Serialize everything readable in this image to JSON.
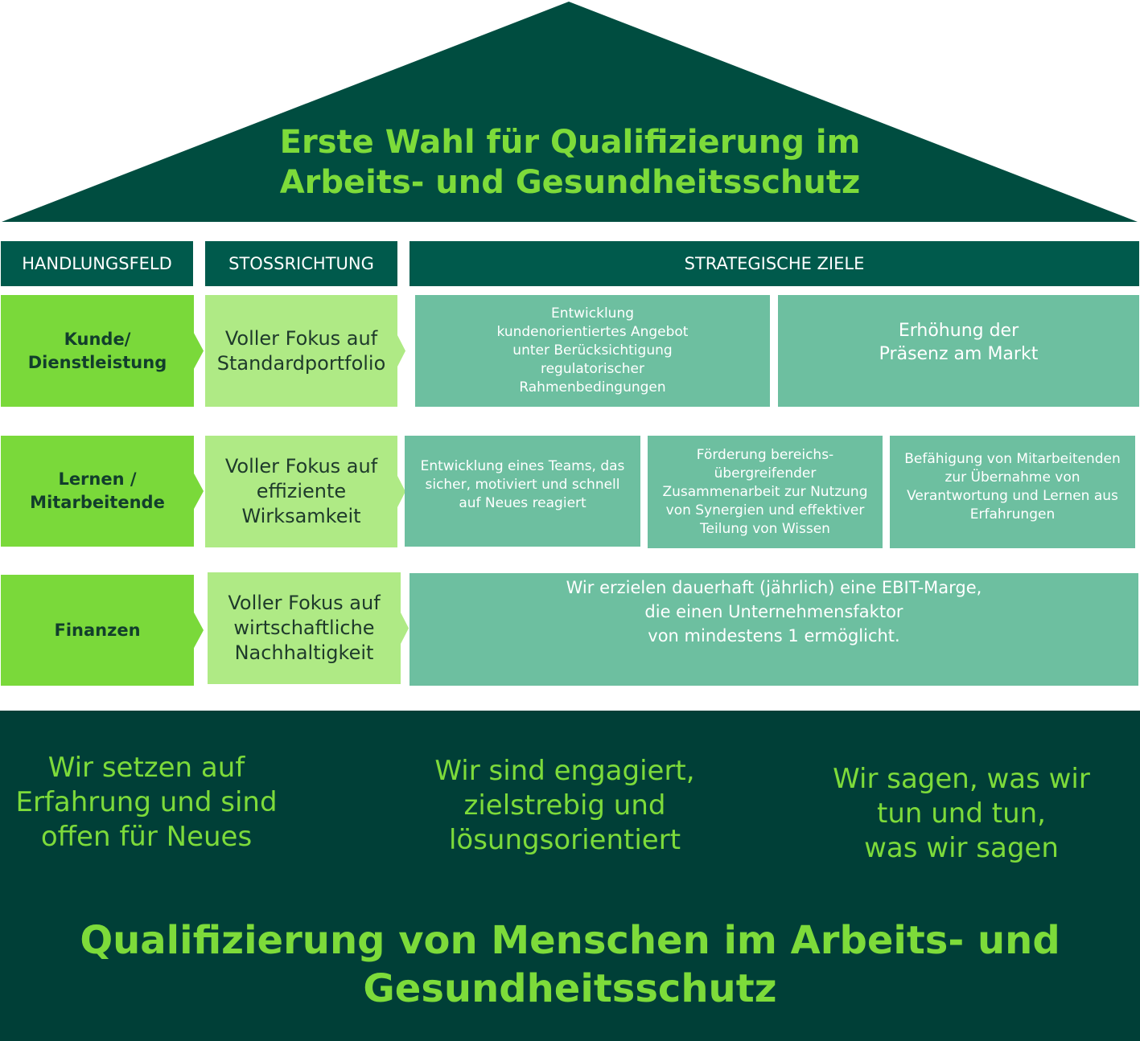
{
  "roof": {
    "line1": "Erste Wahl für Qualifizierung im",
    "line2": "Arbeits- und Gesundheitsschutz"
  },
  "headers": {
    "handlungsfeld": "HANDLUNGSFELD",
    "stossrichtung": "STOSSRICHTUNG",
    "ziele": "STRATEGISCHE ZIELE"
  },
  "rows": [
    {
      "field": [
        "Kunde/",
        "Dienstleistung"
      ],
      "thrust": [
        "Voller Fokus auf",
        "Standardportfolio"
      ],
      "goals": [
        [
          "Entwicklung",
          "kundenorientiertes Angebot",
          "unter Berücksichtigung",
          "regulatorischer",
          "Rahmenbedingungen"
        ],
        [
          "Erhöhung der",
          "Präsenz am Markt"
        ]
      ]
    },
    {
      "field": [
        "Lernen /",
        "Mitarbeitende"
      ],
      "thrust": [
        "Voller Fokus auf",
        "effiziente",
        "Wirksamkeit"
      ],
      "goals": [
        [
          "Entwicklung eines Teams, das",
          "sicher, motiviert und schnell",
          "auf Neues reagiert"
        ],
        [
          "Förderung bereichs-",
          "übergreifender",
          "Zusammenarbeit zur Nutzung",
          "von Synergien und effektiver",
          "Teilung von Wissen"
        ],
        [
          "Befähigung von Mitarbeitenden",
          "zur Übernahme von",
          "Verantwortung und Lernen aus",
          "Erfahrungen"
        ]
      ]
    },
    {
      "field": [
        "Finanzen"
      ],
      "thrust": [
        "Voller Fokus auf",
        "wirtschaftliche",
        "Nachhaltigkeit"
      ],
      "goals": [
        [
          "Wir erzielen dauerhaft (jährlich) eine EBIT-Marge,",
          "die einen Unternehmensfaktor",
          "von mindestens 1 ermöglicht."
        ]
      ]
    }
  ],
  "values": [
    [
      "Wir setzen auf",
      "Erfahrung und sind",
      "offen für Neues"
    ],
    [
      "Wir sind engagiert,",
      "zielstrebig und",
      "lösungsorientiert"
    ],
    [
      "Wir sagen, was wir",
      "tun und tun,",
      "was wir sagen"
    ]
  ],
  "mission": {
    "line1": "Qualifizierung von Menschen im Arbeits- und",
    "line2": "Gesundheitsschutz"
  },
  "colors": {
    "roof": "#004d40",
    "header": "#005a4c",
    "field": "#7ad93a",
    "thrust": "#afea85",
    "goal": "#6dbfa0",
    "base": "#003f37",
    "accent_text": "#7ddb3a"
  }
}
